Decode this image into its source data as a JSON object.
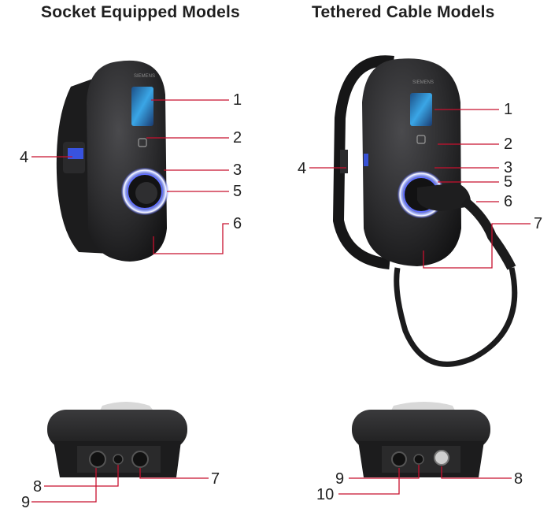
{
  "titles": {
    "socket": "Socket Equipped Models",
    "tethered": "Tethered Cable Models"
  },
  "colors": {
    "leader_line": "#c8102e",
    "body_dark": "#2b2b2d",
    "ring_glow": "#5a6cff",
    "screen": "#2f8fd8"
  },
  "callouts": {
    "socket_front": [
      "1",
      "2",
      "3",
      "5",
      "4",
      "6"
    ],
    "tethered_front": [
      "1",
      "2",
      "3",
      "5",
      "4",
      "6",
      "7"
    ],
    "socket_bottom": [
      "8",
      "9",
      "7"
    ],
    "tethered_bottom": [
      "9",
      "10",
      "8"
    ]
  },
  "brand_mark": "SIEMENS"
}
